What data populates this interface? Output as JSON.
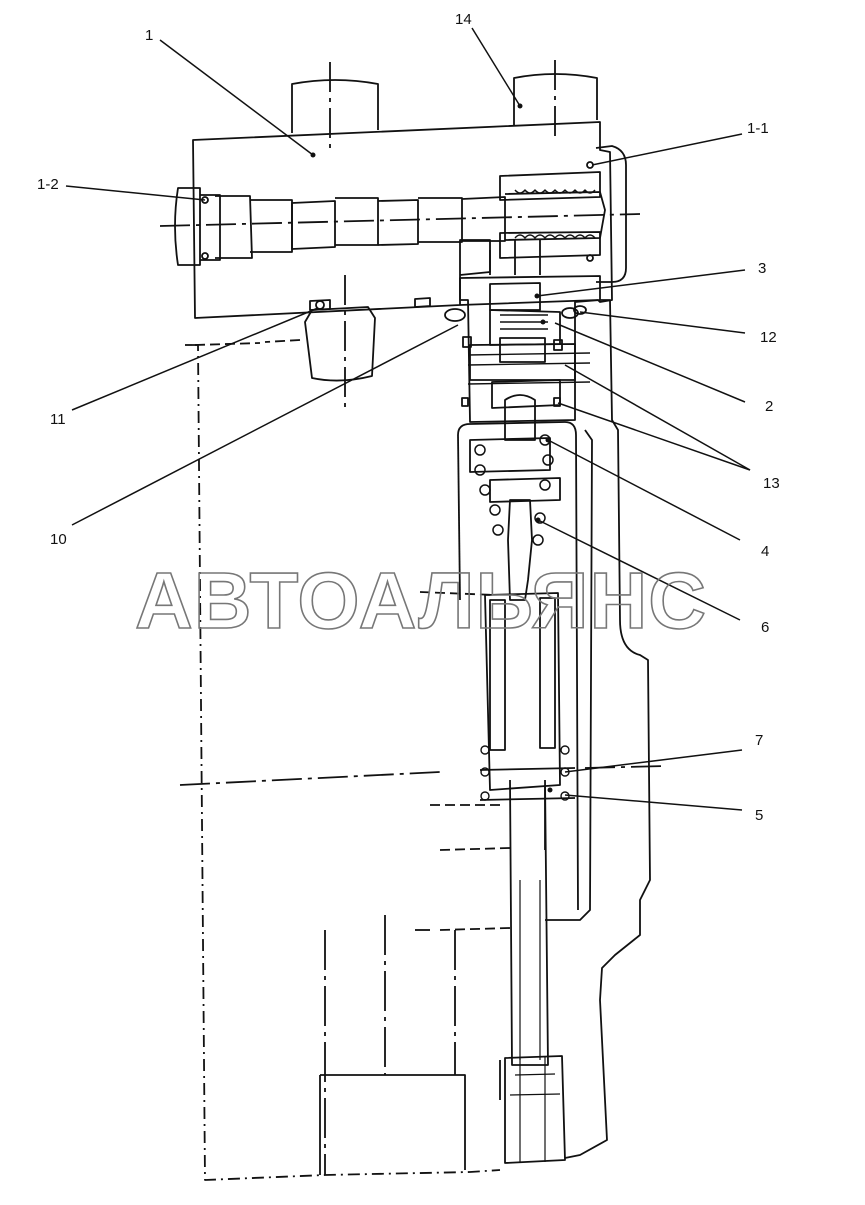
{
  "watermark": "АВТОАЛЬЯНС",
  "callouts": [
    {
      "id": "1",
      "label": "1"
    },
    {
      "id": "14",
      "label": "14"
    },
    {
      "id": "1-1",
      "label": "1-1"
    },
    {
      "id": "1-2",
      "label": "1-2"
    },
    {
      "id": "3",
      "label": "3"
    },
    {
      "id": "12",
      "label": "12"
    },
    {
      "id": "2",
      "label": "2"
    },
    {
      "id": "13",
      "label": "13"
    },
    {
      "id": "11",
      "label": "11"
    },
    {
      "id": "10",
      "label": "10"
    },
    {
      "id": "4",
      "label": "4"
    },
    {
      "id": "6",
      "label": "6"
    },
    {
      "id": "7",
      "label": "7"
    },
    {
      "id": "5",
      "label": "5"
    }
  ],
  "colors": {
    "line": "#111111",
    "watermark": "#777777",
    "background": "#ffffff"
  }
}
